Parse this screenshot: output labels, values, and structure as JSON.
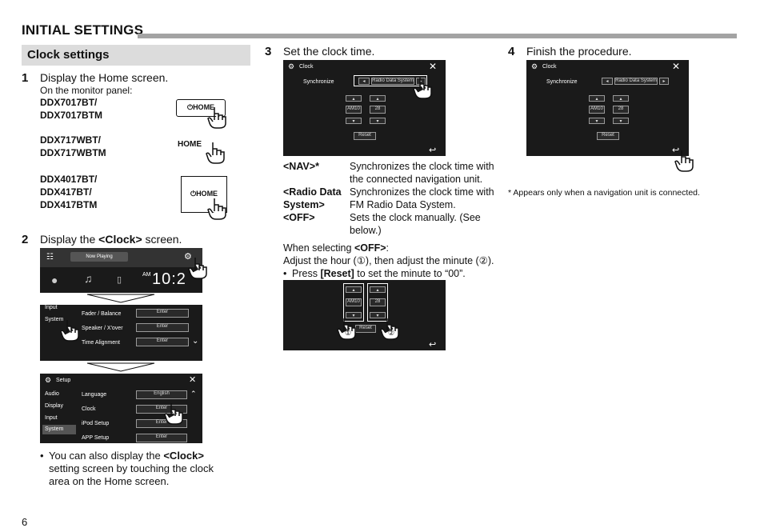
{
  "header": {
    "section_title": "INITIAL SETTINGS",
    "subsection_title": "Clock settings"
  },
  "step1": {
    "num": "1",
    "title": "Display the Home screen.",
    "sub": "On the monitor panel:",
    "models_a": "DDX7017BT/\nDDX7017BTM",
    "models_b": "DDX717WBT/\nDDX717WBTM",
    "models_c": "DDX4017BT/\nDDX417BT/\nDDX417BTM",
    "home_label": "HOME"
  },
  "step2": {
    "num": "2",
    "title_prefix": "Display the ",
    "title_bold": "<Clock>",
    "title_suffix": " screen.",
    "now_playing": "Now Playing",
    "clock_ampm": "AM",
    "clock_time": "10:2",
    "list1": [
      "Input",
      "System"
    ],
    "rows1": [
      "Fader / Balance",
      "Speaker / X'over",
      "Time Alignment"
    ],
    "enter": "Enter",
    "setup_title": "Setup",
    "side2": [
      "Audio",
      "Display",
      "Input",
      "System"
    ],
    "rows2": [
      "Language",
      "Clock",
      "iPod Setup",
      "APP Setup"
    ],
    "rows2_values": [
      "English",
      "Enter",
      "Enter",
      "Enter"
    ],
    "note_prefix": "You can also display the ",
    "note_bold": "<Clock>",
    "note_suffix": " setting screen by touching the clock area on the Home screen."
  },
  "step3": {
    "num": "3",
    "title": "Set the clock time.",
    "clock_title": "Clock",
    "sync_label": "Synchronize",
    "sync_value": "Radio Data System",
    "hour": "AM10",
    "minute": "28",
    "reset": "Reset",
    "defs": [
      {
        "term": "<NAV>*",
        "desc": "Synchronizes the clock time with the connected navigation unit."
      },
      {
        "term": "<Radio Data System>",
        "desc": "Synchronizes the clock time with FM Radio Data System."
      },
      {
        "term": "<OFF>",
        "desc": "Sets the clock manually. (See below.)"
      }
    ],
    "when_prefix": "When selecting ",
    "when_bold": "<OFF>",
    "when_suffix": ":",
    "adjust": "Adjust the hour (①), then adjust the minute (②).",
    "press_prefix": "Press ",
    "press_bold": "[Reset]",
    "press_suffix": " to set the minute to “00”.",
    "mark1": "①",
    "mark2": "②"
  },
  "step4": {
    "num": "4",
    "title": "Finish the procedure.",
    "footnote": "* Appears only when a navigation unit is connected."
  },
  "page_number": "6"
}
